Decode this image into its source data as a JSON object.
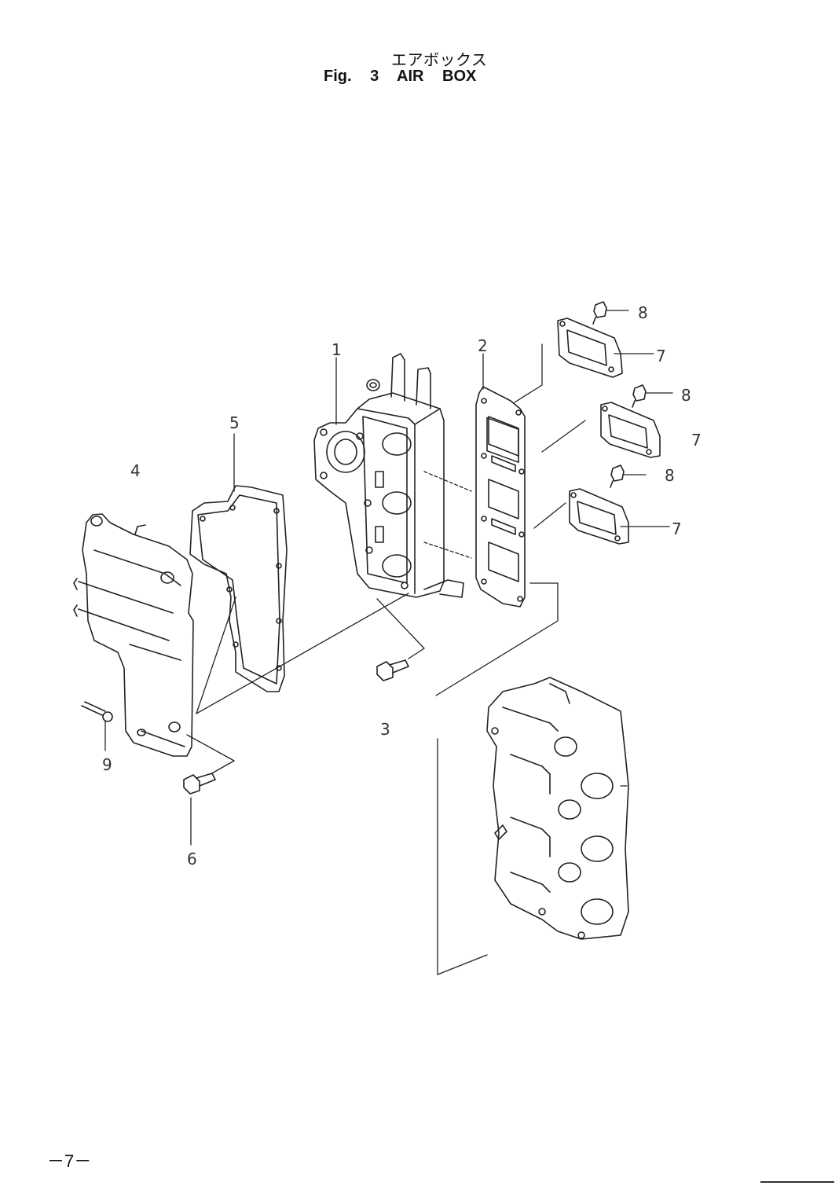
{
  "header": {
    "title_jp": "エアボックス",
    "title_en": "Fig. 3    AIR BOX"
  },
  "callouts": [
    "1",
    "2",
    "3",
    "4",
    "5",
    "6",
    "7",
    "7",
    "7",
    "8",
    "8",
    "8",
    "9"
  ],
  "footer": {
    "page_number": "－7－"
  }
}
